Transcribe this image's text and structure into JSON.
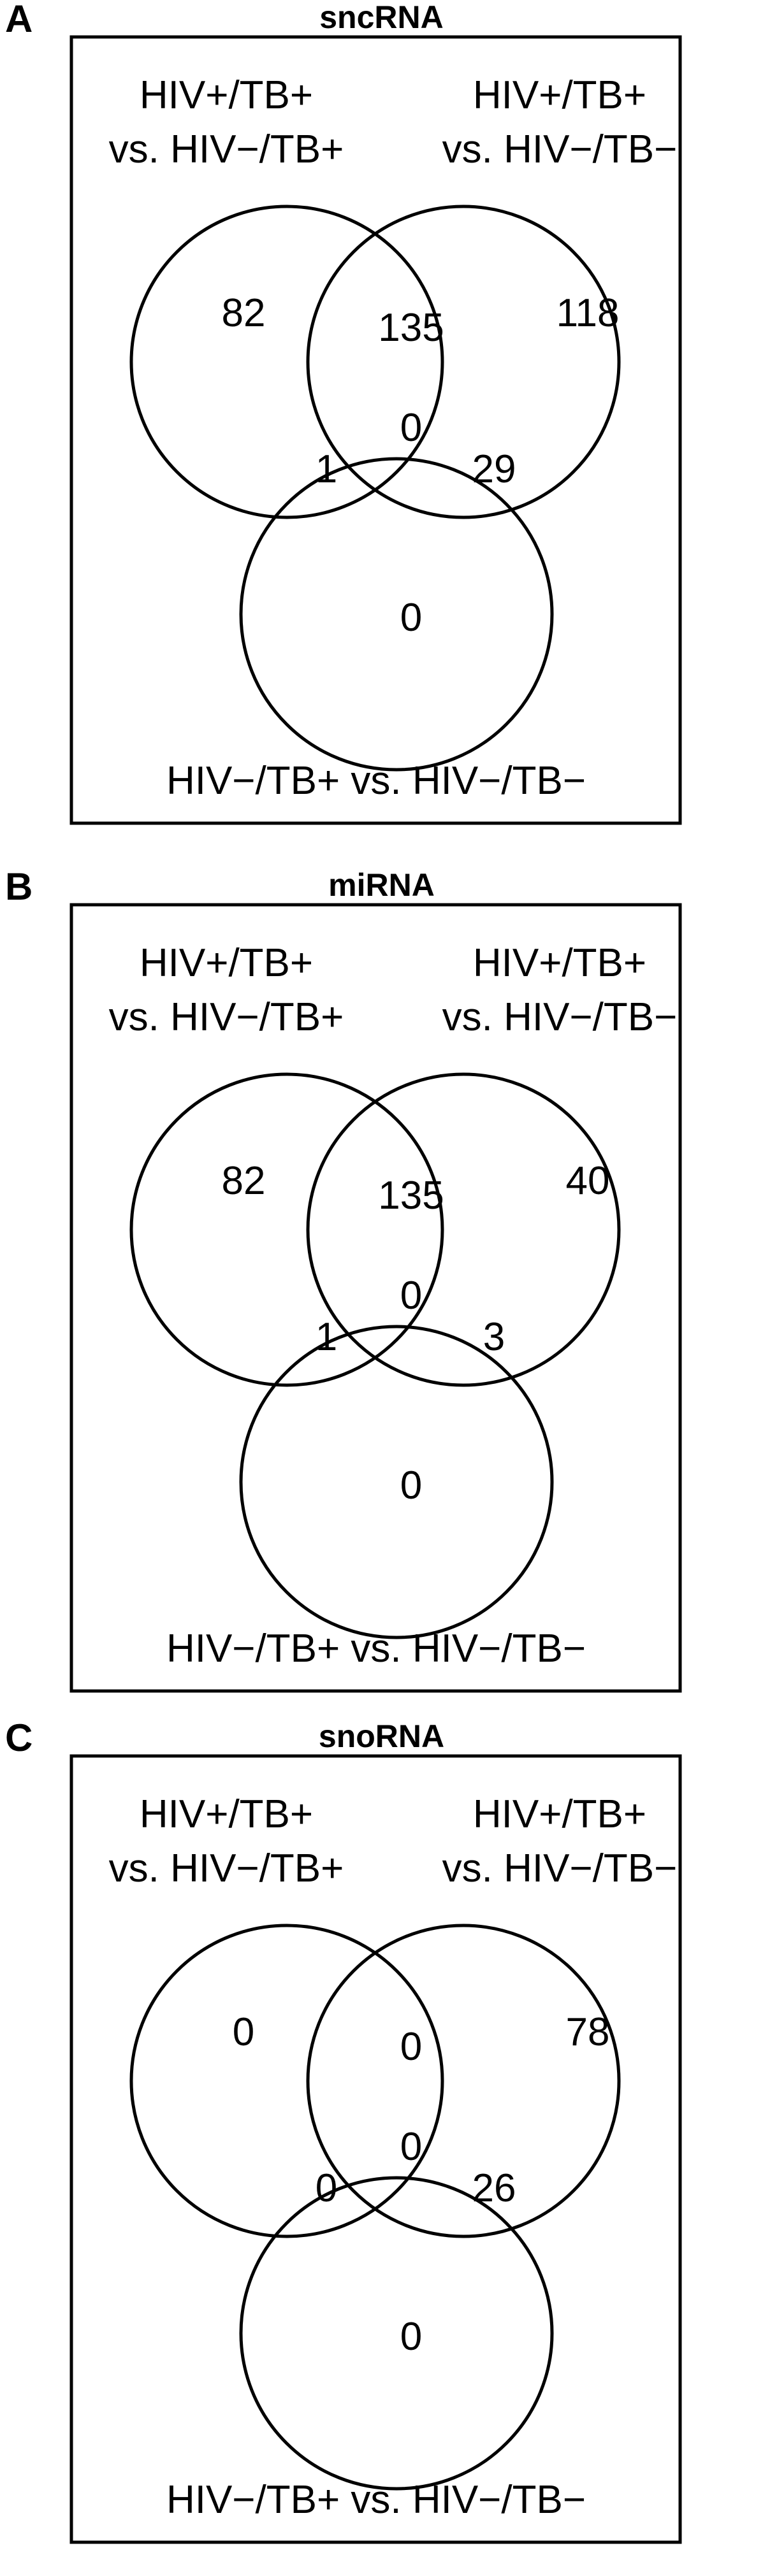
{
  "panels": [
    {
      "letter": "A",
      "title": "sncRNA",
      "set_labels": {
        "top_left": [
          "HIV+/TB+",
          "vs. HIV−/TB+"
        ],
        "top_right": [
          "HIV+/TB+",
          "vs. HIV−/TB−"
        ],
        "bottom": "HIV−/TB+ vs. HIV−/TB−"
      },
      "counts": {
        "left_only": "82",
        "left_right": "135",
        "right_only": "118",
        "left_bottom": "1",
        "all_three": "0",
        "right_bottom": "29",
        "bottom_only": "0"
      }
    },
    {
      "letter": "B",
      "title": "miRNA",
      "set_labels": {
        "top_left": [
          "HIV+/TB+",
          "vs. HIV−/TB+"
        ],
        "top_right": [
          "HIV+/TB+",
          "vs. HIV−/TB−"
        ],
        "bottom": "HIV−/TB+ vs. HIV−/TB−"
      },
      "counts": {
        "left_only": "82",
        "left_right": "135",
        "right_only": "40",
        "left_bottom": "1",
        "all_three": "0",
        "right_bottom": "3",
        "bottom_only": "0"
      }
    },
    {
      "letter": "C",
      "title": "snoRNA",
      "set_labels": {
        "top_left": [
          "HIV+/TB+",
          "vs. HIV−/TB+"
        ],
        "top_right": [
          "HIV+/TB+",
          "vs. HIV−/TB−"
        ],
        "bottom": "HIV−/TB+ vs. HIV−/TB−"
      },
      "counts": {
        "left_only": "0",
        "left_right": "0",
        "right_only": "78",
        "left_bottom": "0",
        "all_three": "0",
        "right_bottom": "26",
        "bottom_only": "0"
      }
    }
  ]
}
